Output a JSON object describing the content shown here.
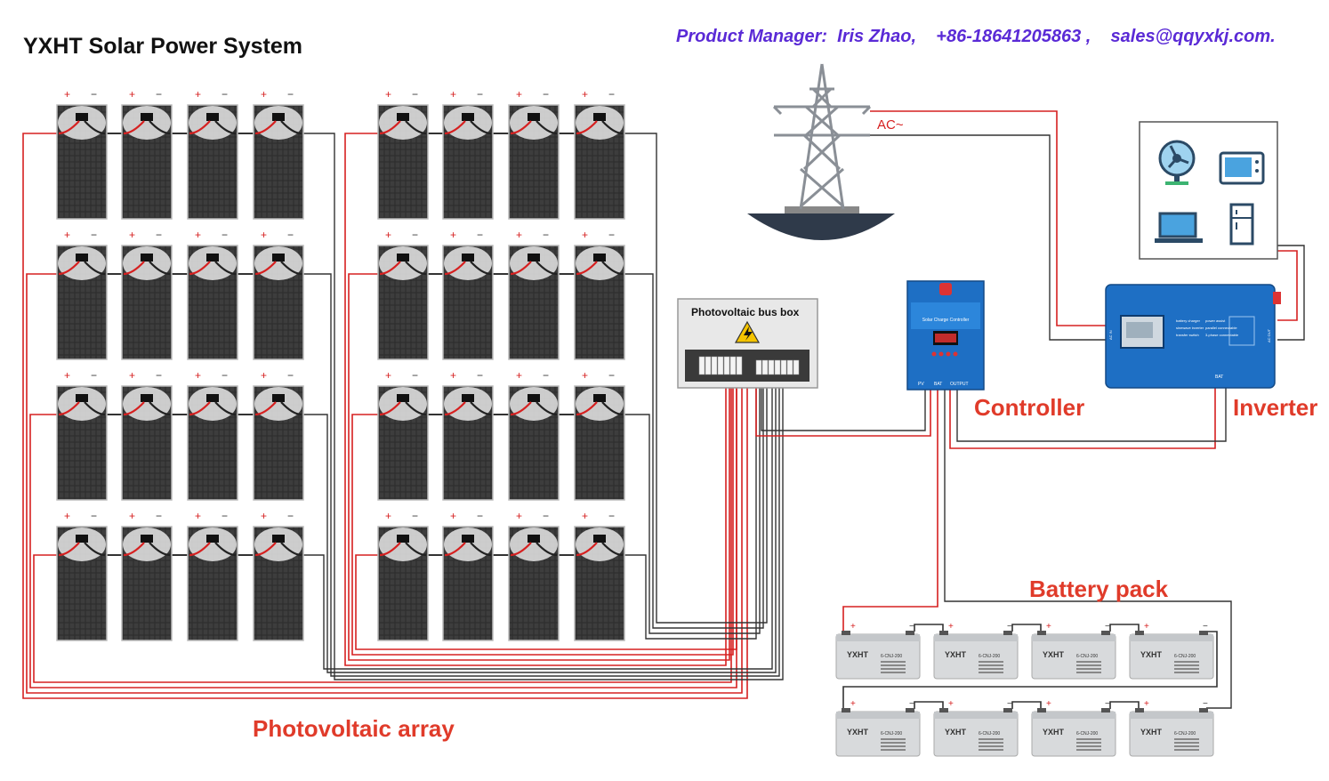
{
  "header": {
    "title": "YXHT Solar Power System",
    "contact": "Product Manager:  Iris Zhao,    +86-18641205863 ,    sales@qqyxkj.com."
  },
  "labels": {
    "photovoltaic_array": "Photovoltaic array",
    "controller": "Controller",
    "inverter": "Inverter",
    "battery_pack": "Battery pack",
    "ac": "AC~",
    "bus_box": "Photovoltaic bus box",
    "plus": "+",
    "minus": "−"
  },
  "controller_panel": {
    "name": "Solar Charge Controller",
    "terminals": [
      "PV",
      "BAT",
      "OUTPUT"
    ]
  },
  "inverter_panel": {
    "features": [
      "battery charger",
      "power assist",
      "sinewave inverter",
      "parallel connectable",
      "transfer switch",
      "3-phase connectable"
    ],
    "ac_in": "AC IN",
    "ac_out": "AC OUT",
    "bat": "BAT"
  },
  "battery": {
    "brand": "YXHT",
    "model": "6-CNJ-200",
    "count": 8
  },
  "appliances": [
    "fan-icon",
    "microwave-icon",
    "laptop-icon",
    "fridge-icon"
  ],
  "colors": {
    "title": "#111111",
    "contact": "#5a2ad6",
    "label_red": "#e03b2a",
    "wire_red": "#d62020",
    "wire_dark": "#333333",
    "device_blue": "#1e6fc4",
    "panel_dark": "#2b2b2b"
  }
}
